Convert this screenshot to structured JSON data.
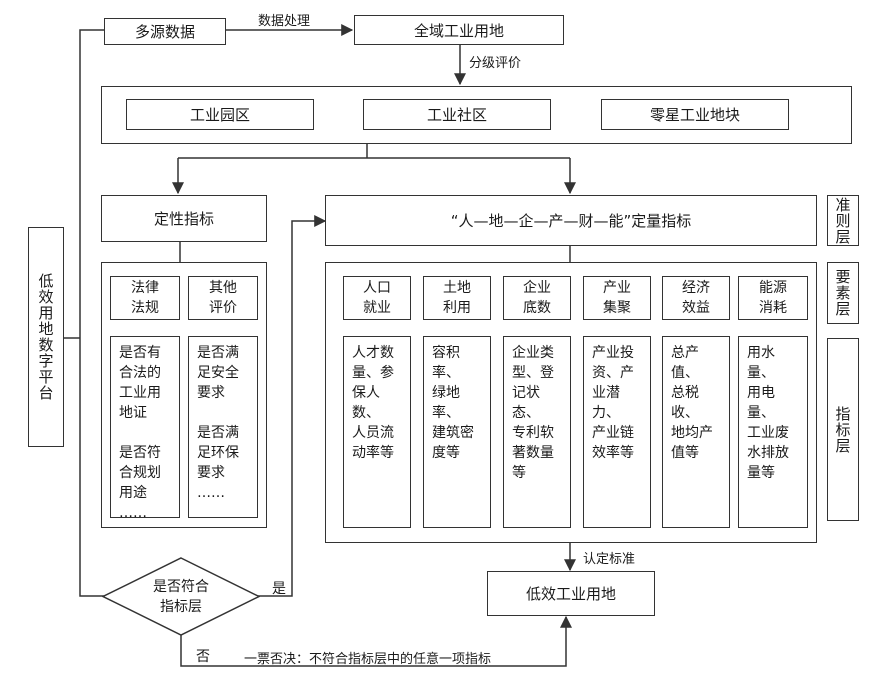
{
  "nodes": {
    "multi_source_data": "多源数据",
    "all_domain_industrial_land": "全域工业用地",
    "industrial_park": "工业园区",
    "industrial_community": "工业社区",
    "scattered_plots": "零星工业地块",
    "qualitative_indicators": "定性指标",
    "quantitative_indicators": "“人—地—企—产—财—能”定量指标",
    "platform": "低效用地数字平台",
    "decision": "是否符合\n指标层",
    "low_efficiency_land": "低效工业用地"
  },
  "edge_labels": {
    "data_processing": "数据处理",
    "grading_evaluation": "分级评价",
    "yes": "是",
    "no": "否",
    "veto": "一票否决：不符合指标层中的任意一项指标",
    "identification_standard": "认定标准"
  },
  "layers": {
    "criterion": "准则层",
    "element": "要素层",
    "indicator": "指标层"
  },
  "qualitative": {
    "law_title": "法律\n法规",
    "law_items": "是否有\n合法的\n工业用\n地证\n\n是否符\n合规划\n用途\n……",
    "other_title": "其他\n评价",
    "other_items": "是否满\n足安全\n要求\n\n是否满\n足环保\n要求\n……"
  },
  "elements": [
    {
      "title": "人口\n就业",
      "items": "人才数\n量、参\n保人数、\n人员流\n动率等"
    },
    {
      "title": "土地\n利用",
      "items": "容积率、\n绿地率、\n建筑密\n度等"
    },
    {
      "title": "企业\n底数",
      "items": "企业类\n型、登\n记状态、\n专利软\n著数量\n等"
    },
    {
      "title": "产业\n集聚",
      "items": "产业投\n资、产\n业潜力、\n产业链\n效率等"
    },
    {
      "title": "经济\n效益",
      "items": "总产值、\n总税收、\n地均产\n值等"
    },
    {
      "title": "能源\n消耗",
      "items": "用水量、\n用电量、\n工业废\n水排放\n量等"
    }
  ]
}
